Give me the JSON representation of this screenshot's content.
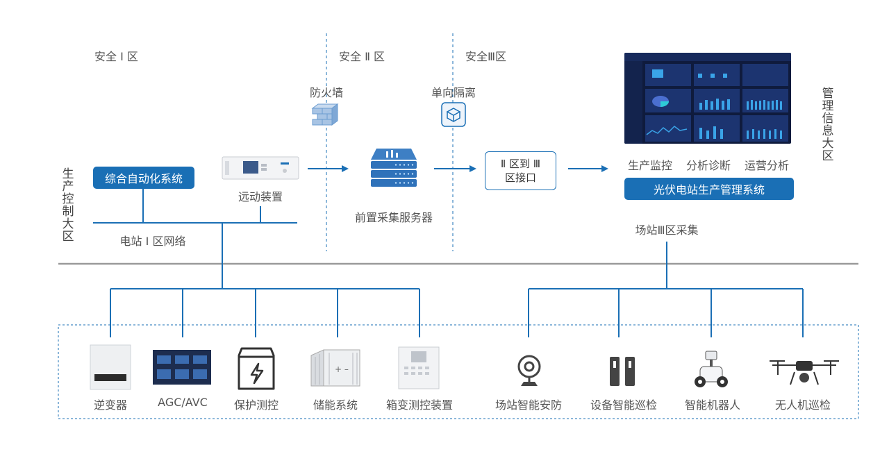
{
  "zones": {
    "zone1": "安全 Ⅰ 区",
    "zone2": "安全 Ⅱ 区",
    "zone3": "安全Ⅲ区",
    "production_area": "生产控制大区",
    "management_area": "管理信息大区"
  },
  "top": {
    "firewall": "防火墙",
    "isolation": "单向隔离",
    "auto_system": "综合自动化系统",
    "telecontrol": "远动装置",
    "frontend_server": "前置采集服务器",
    "interface_line1": "Ⅱ 区到 Ⅲ",
    "interface_line2": "区接口",
    "network1": "电站 Ⅰ 区网络",
    "dashboard_funcs": [
      "生产监控",
      "分析诊断",
      "运营分析"
    ],
    "pv_system": "光伏电站生产管理系统",
    "collect3": "场站Ⅲ区采集"
  },
  "devices_left": [
    {
      "label": "逆变器",
      "icon": "inverter-icon"
    },
    {
      "label": "AGC/AVC",
      "icon": "agc-screen-icon"
    },
    {
      "label": "保护测控",
      "icon": "protection-icon"
    },
    {
      "label": "储能系统",
      "icon": "energy-storage-icon"
    },
    {
      "label": "箱变测控装置",
      "icon": "box-transformer-icon"
    }
  ],
  "devices_right": [
    {
      "label": "场站智能安防",
      "icon": "camera-icon"
    },
    {
      "label": "设备智能巡检",
      "icon": "inspection-icon"
    },
    {
      "label": "智能机器人",
      "icon": "robot-icon"
    },
    {
      "label": "无人机巡检",
      "icon": "drone-icon"
    }
  ],
  "colors": {
    "accent": "#1a6fb5",
    "line": "#1a6fb5",
    "divider": "#9a9a9a",
    "dashboard_bg": "#0f1b3d"
  }
}
